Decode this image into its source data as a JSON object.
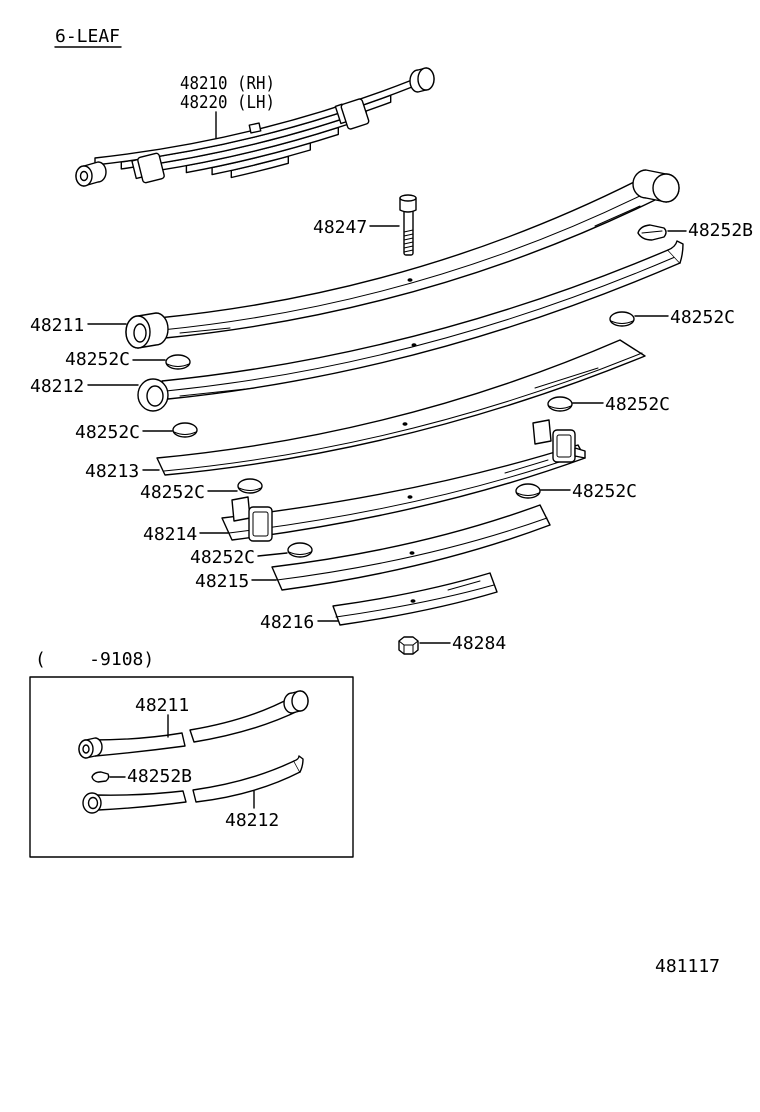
{
  "diagram": {
    "variant_label": "6-LEAF",
    "assembly": {
      "rh": "48210 (RH)",
      "lh": "48220 (LH)"
    },
    "callouts": [
      {
        "part": "48247"
      },
      {
        "part": "48252B"
      },
      {
        "part": "48211"
      },
      {
        "part": "48252C"
      },
      {
        "part": "48252C"
      },
      {
        "part": "48212"
      },
      {
        "part": "48252C"
      },
      {
        "part": "48252C"
      },
      {
        "part": "48213"
      },
      {
        "part": "48252C"
      },
      {
        "part": "48252C"
      },
      {
        "part": "48214"
      },
      {
        "part": "48252C"
      },
      {
        "part": "48215"
      },
      {
        "part": "48216"
      },
      {
        "part": "48284"
      }
    ],
    "inset": {
      "applicability": "(    -9108)",
      "callouts": [
        {
          "part": "48211"
        },
        {
          "part": "48252B"
        },
        {
          "part": "48212"
        }
      ]
    },
    "figure_number": "481117"
  }
}
